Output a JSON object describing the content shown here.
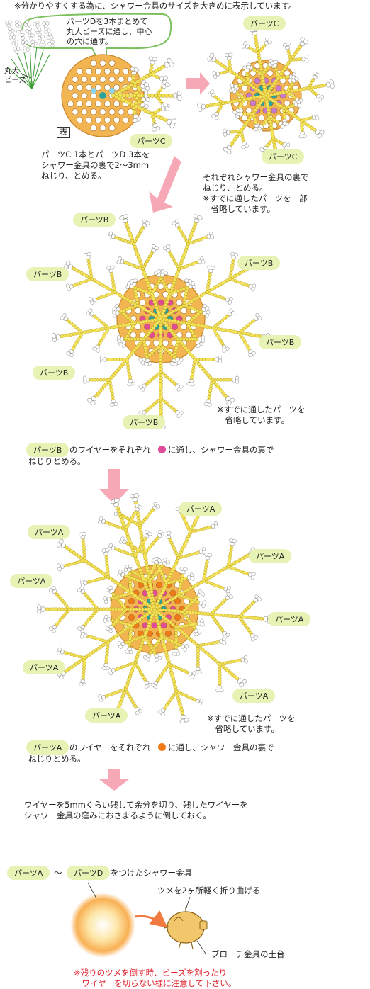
{
  "header_note": "※分かりやすくする為に、シャワー金具のサイズを大きめに表示しています。",
  "step1": {
    "callout": "パーツDを3本まとめて\n丸大ビーズに通し、中心\nの穴に通す。",
    "bead_label": "丸大\nビーズ",
    "front_label": "表",
    "part_label": "パーツC",
    "caption": "パーツC 1本とパーツD 3本を\nシャワー金具の裏で2〜3mm\nねじり、とめる。"
  },
  "step2": {
    "part_label_top": "パーツC",
    "part_label_bottom": "パーツC",
    "caption": "それぞれシャワー金具の裏で\nねじり、とめる。\n※すでに通したパーツを一部\n　省略しています。"
  },
  "step3": {
    "labels": [
      "パーツB",
      "パーツB",
      "パーツB",
      "パーツB",
      "パーツB",
      "パーツB"
    ],
    "omit_note": "※すでに通したパーツを\n　省略しています。",
    "instruction_pill": "パーツB",
    "instruction_text_a": "のワイヤーをそれぞれ",
    "instruction_text_b": "に通し、シャワー金具の裏で",
    "instruction_text_c": "ねじりとめる。"
  },
  "step4": {
    "labels": [
      "パーツA",
      "パーツA",
      "パーツA",
      "パーツA",
      "パーツA",
      "パーツA",
      "パーツA",
      "パーツA"
    ],
    "omit_note": "※すでに通したパーツを\n　省略しています。",
    "instruction_pill": "パーツA",
    "instruction_text_a": "のワイヤーをそれぞれ",
    "instruction_text_b": "に通し、シャワー金具の裏で",
    "instruction_text_c": "ねじりとめる。"
  },
  "step5": {
    "caption": "ワイヤーを5mmくらい残して余分を切り、残したワイヤーを\nシャワー金具の窪みにおさまるように倒しておく。"
  },
  "step6": {
    "pill_a": "パーツA",
    "tilde": "〜",
    "pill_d": "パーツD",
    "suffix": "をつけたシャワー金具",
    "bend_note": "ツメを2ヶ所軽く折り曲げる",
    "base_label": "ブローチ金具の土台",
    "warning": "※残りのツメを倒す時、ビーズを割ったり\n　ワイヤーを切らない様に注意して下さい。"
  },
  "colors": {
    "disc": "#f2b552",
    "disc_edge": "#c7862a",
    "bead": "#f5e35a",
    "bead_edge": "#b8a21c",
    "wire": "#3a9a32",
    "petal": "#ffffff",
    "pink_bead": "#e04b9a",
    "orange_bead": "#f07a17",
    "teal_bead": "#2aa39a",
    "light_blue": "#8fd3e8",
    "arrow": "#f7a8b6",
    "pill": "#e6f3b5",
    "callout_border": "#7ac05c"
  }
}
